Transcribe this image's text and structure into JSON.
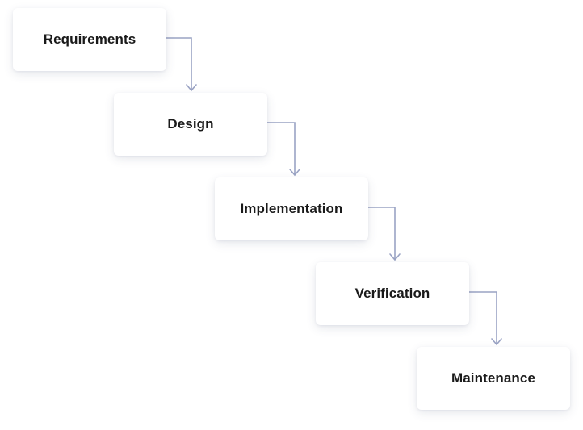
{
  "colors": {
    "connector": "#9aa3c4",
    "box_background": "#ffffff",
    "text": "#1a1a1a"
  },
  "steps": [
    {
      "label": "Requirements"
    },
    {
      "label": "Design"
    },
    {
      "label": "Implementation"
    },
    {
      "label": "Verification"
    },
    {
      "label": "Maintenance"
    }
  ]
}
